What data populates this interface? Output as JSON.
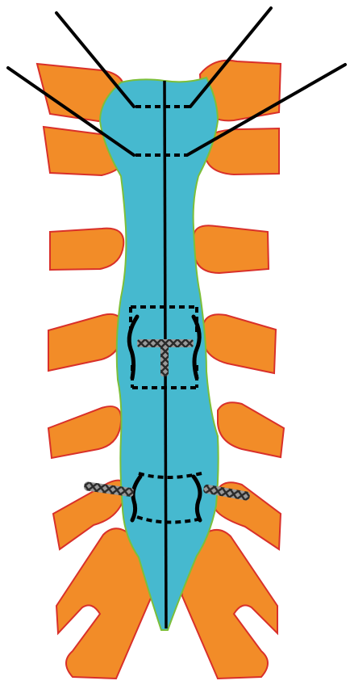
{
  "colors": {
    "background": "#ffffff",
    "sternum_fill": "#46b9cf",
    "sternum_outline": "#7cbf3a",
    "cartilage_fill": "#f28c28",
    "cartilage_outline": "#d9302a",
    "line": "#000000",
    "wire_dark": "#2a2a2a",
    "wire_light": "#9a9a9a"
  },
  "elements": {
    "sternum": "sternum-body",
    "cartilages": "costal-cartilages",
    "midline": "midline-sternotomy",
    "retractors": "retractor-lines",
    "sutures": "dashed-suture-loops",
    "wires": "twisted-wire-cerclage"
  }
}
